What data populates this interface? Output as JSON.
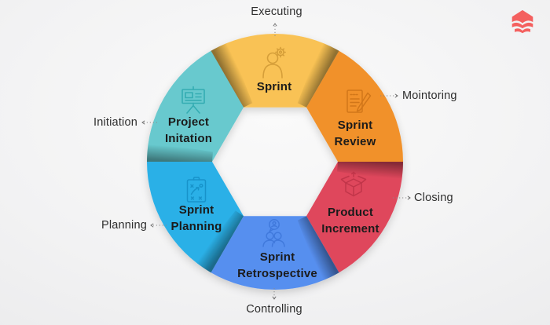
{
  "diagram": {
    "title": "scrum-project-management-cycle",
    "segments": [
      {
        "label": "Sprint",
        "annotation": "Executing",
        "color": "#F9C254",
        "icon": "person-gear-icon",
        "icon_color": "#D29B36"
      },
      {
        "label": "Sprint Review",
        "annotation": "Mointoring",
        "color": "#F1912A",
        "icon": "document-pencil-icon",
        "icon_color": "#CE7418"
      },
      {
        "label": "Product Increment",
        "annotation": "Closing",
        "color": "#DF475C",
        "icon": "open-box-icon",
        "icon_color": "#BE3448"
      },
      {
        "label": "Sprint Retrospective",
        "annotation": "Controlling",
        "color": "#578FEF",
        "icon": "team-chat-icon",
        "icon_color": "#3E77DB"
      },
      {
        "label": "Sprint Planning",
        "annotation": "Planning",
        "color": "#2BB0E7",
        "icon": "strategy-clipboard-icon",
        "icon_color": "#1590C7"
      },
      {
        "label": "Project Initation",
        "annotation": "Initiation",
        "color": "#67C9CE",
        "icon": "presentation-board-icon",
        "icon_color": "#2FA9B0"
      }
    ],
    "logo": {
      "name": "brand-logo",
      "color": "#F4605F"
    },
    "text_color": "#1B1B1B",
    "annotation_color": "#2E2E2E"
  }
}
